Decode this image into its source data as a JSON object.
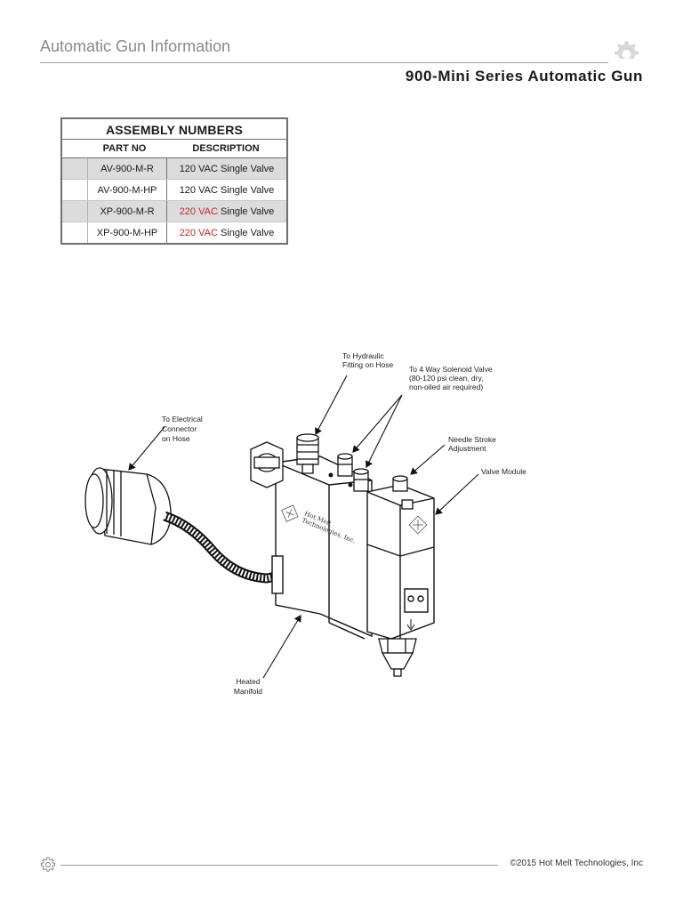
{
  "header": {
    "section_title": "Automatic Gun Information",
    "doc_title": "900-Mini Series Automatic Gun"
  },
  "assembly_table": {
    "caption": "ASSEMBLY NUMBERS",
    "columns": [
      "PART NO",
      "DESCRIPTION"
    ],
    "rows": [
      {
        "part_no": "AV-900-M-R",
        "voltage": "120 VAC",
        "suffix": " Single Valve",
        "voltage_color": "#1a1a1a"
      },
      {
        "part_no": "AV-900-M-HP",
        "voltage": "120 VAC",
        "suffix": " Single Valve",
        "voltage_color": "#1a1a1a"
      },
      {
        "part_no": "XP-900-M-R",
        "voltage": "220 VAC",
        "suffix": " Single Valve",
        "voltage_color": "#c0262d"
      },
      {
        "part_no": "XP-900-M-HP",
        "voltage": "220 VAC",
        "suffix": " Single Valve",
        "voltage_color": "#c0262d"
      }
    ]
  },
  "diagram": {
    "callouts": {
      "hydraulic": [
        "To Hydraulic",
        "Fitting on Hose"
      ],
      "solenoid": [
        "To 4 Way Solenoid Valve",
        "(80-120 psi clean, dry,",
        "non-oiled air required)"
      ],
      "electrical": [
        "To Electrical",
        "Connector",
        "on Hose"
      ],
      "needle": [
        "Needle Stroke",
        "Adjustment"
      ],
      "valve_module": [
        "Valve Module"
      ],
      "manifold": [
        "Heated",
        "Manifold"
      ]
    },
    "brand_label": [
      "Hot Melt",
      "Technologies, Inc."
    ]
  },
  "footer": {
    "copyright": "©2015 Hot Melt Technologies, Inc"
  },
  "colors": {
    "accent_red": "#c0262d",
    "rule_gray": "#9a9a9a",
    "row_shade": "#dcdcdc"
  }
}
